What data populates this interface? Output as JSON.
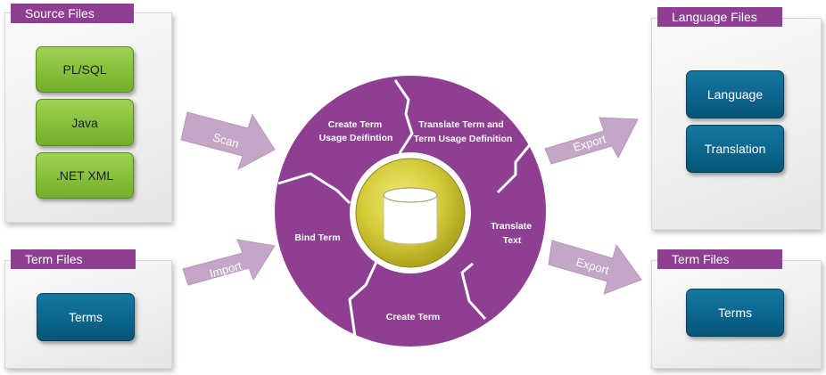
{
  "source_files": {
    "title": "Source Files",
    "items": [
      "PL/SQL",
      "Java",
      ".NET XML"
    ]
  },
  "term_files_left": {
    "title": "Term Files",
    "items": [
      "Terms"
    ]
  },
  "language_files": {
    "title": "Language Files",
    "items": [
      "Language",
      "Translation"
    ]
  },
  "term_files_right": {
    "title": "Term Files",
    "items": [
      "Terms"
    ]
  },
  "arrows": {
    "scan": "Scan",
    "import": "Import",
    "export_top": "Export",
    "export_bottom": "Export"
  },
  "cycle": {
    "segments": [
      {
        "line1": "Create Term",
        "line2": "Usage Deifintion"
      },
      {
        "line1": "Translate Term and",
        "line2": "Term Usage Definition"
      },
      {
        "line1": "Translate",
        "line2": "Text"
      },
      {
        "line1": "Create Term",
        "line2": ""
      },
      {
        "line1": "Bind Term",
        "line2": ""
      }
    ],
    "center_icon": "database-icon"
  },
  "colors": {
    "purple": "#8e3f92",
    "arrow": "#c4a6c6",
    "green": "#86c03a",
    "blue": "#0b668e",
    "gold": "#d5cc3a"
  }
}
